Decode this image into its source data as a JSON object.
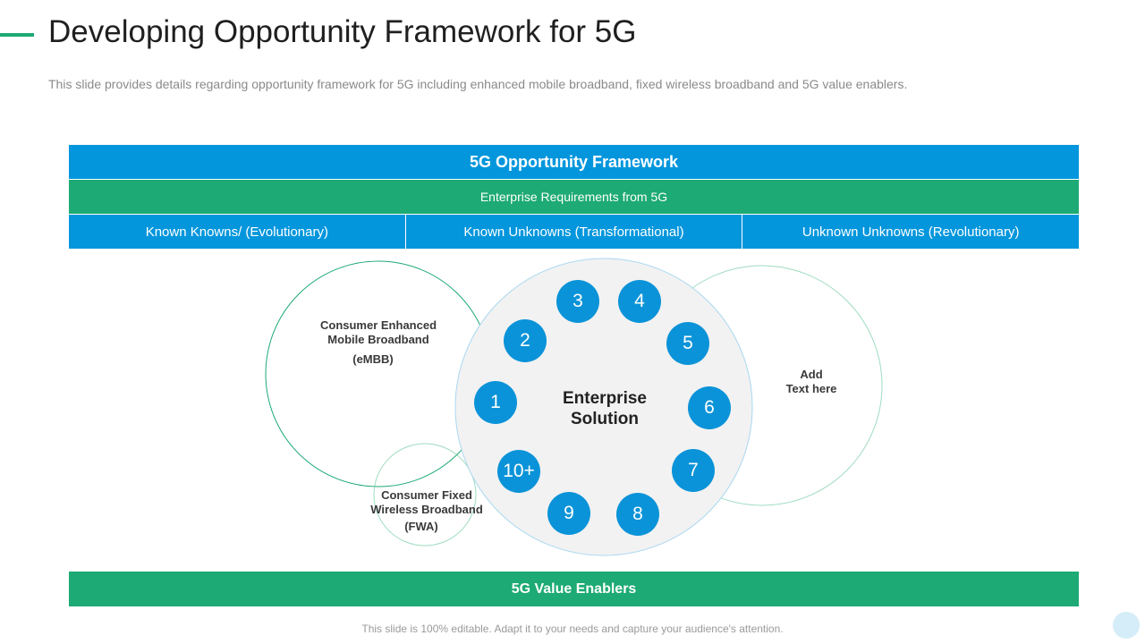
{
  "slide": {
    "title": "Developing Opportunity Framework for 5G",
    "subtitle": "This slide provides details regarding opportunity framework for 5G including enhanced mobile broadband, fixed wireless broadband and 5G value enablers.",
    "footer": "This slide is 100% editable. Adapt it to your needs and capture your audience's attention."
  },
  "framework": {
    "header": "5G Opportunity Framework",
    "requirements": "Enterprise Requirements from 5G",
    "columns": [
      "Known Knowns/ (Evolutionary)",
      "Known Unknowns (Transformational)",
      "Unknown Unknowns (Revolutionary)"
    ]
  },
  "venn": {
    "embb": {
      "line1": "Consumer Enhanced",
      "line2": "Mobile Broadband",
      "line3": "(eMBB)"
    },
    "fwa": {
      "line1": "Consumer Fixed",
      "line2": "Wireless Broadband",
      "line3": "(FWA)"
    },
    "add_text": {
      "line1": "Add",
      "line2": "Text here"
    },
    "center": {
      "line1": "Enterprise",
      "line2": "Solution"
    },
    "numbers": [
      "1",
      "2",
      "3",
      "4",
      "5",
      "6",
      "7",
      "8",
      "9",
      "10+"
    ]
  },
  "enablers": "5G Value Enablers",
  "colors": {
    "blue": "#0396dc",
    "green": "#1daa74",
    "number_blue": "#0a93d8"
  }
}
